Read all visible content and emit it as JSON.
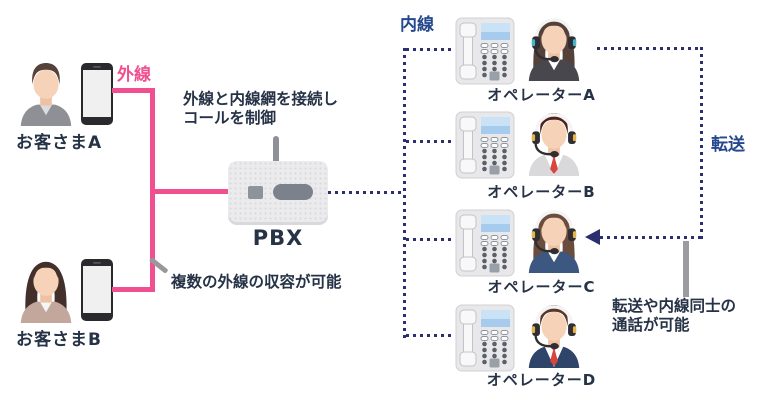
{
  "labels": {
    "outside_line": "外線",
    "inside_line": "内線",
    "transfer": "転送",
    "pbx": "PBX",
    "pbx_note": [
      "外線と内線網を接続し",
      "コールを制御"
    ],
    "capacity_note": "複数の外線の収容が可能",
    "transfer_note": [
      "転送や内線同士の",
      "通話が可能"
    ]
  },
  "customers": [
    {
      "name": "お客さまA",
      "avatar": {
        "hairstyle": "short",
        "hair": "#55423a",
        "top": "#8f9095",
        "inner": "#dcdcde"
      }
    },
    {
      "name": "お客さまB",
      "avatar": {
        "hairstyle": "long",
        "hair": "#43302a",
        "top": "#c3a69c",
        "inner": "#f5f5f5"
      }
    }
  ],
  "operators": [
    {
      "name": "オペレーターA",
      "avatar": {
        "hairstyle": "long",
        "hair": "#53413a",
        "top": "#47474d",
        "inner": "#ffffff",
        "headset": true,
        "accent": "#45b6c6"
      }
    },
    {
      "name": "オペレーターB",
      "avatar": {
        "hairstyle": "short",
        "hair": "#4e231d",
        "top": "#d9d9db",
        "inner": "#ffffff",
        "headset": true,
        "accent": "#e6b44c",
        "tie": "#d8453f"
      }
    },
    {
      "name": "オペレーターC",
      "avatar": {
        "hairstyle": "long",
        "hair": "#6b4d3e",
        "top": "#3c5780",
        "inner": "#ffffff",
        "headset": true,
        "accent": "#e6b44c"
      }
    },
    {
      "name": "オペレーターD",
      "avatar": {
        "hairstyle": "short",
        "hair": "#5a372a",
        "top": "#2e4468",
        "inner": "#ffffff",
        "headset": true,
        "accent": "#e6b44c",
        "tie": "#d8453f"
      }
    }
  ],
  "colors": {
    "outside_line": "#f0508f",
    "inside_line_dotted": "#2b2e6f",
    "label_blue": "#25478d",
    "text_dark": "#263246",
    "pointer_gray": "#9a9a9e"
  }
}
